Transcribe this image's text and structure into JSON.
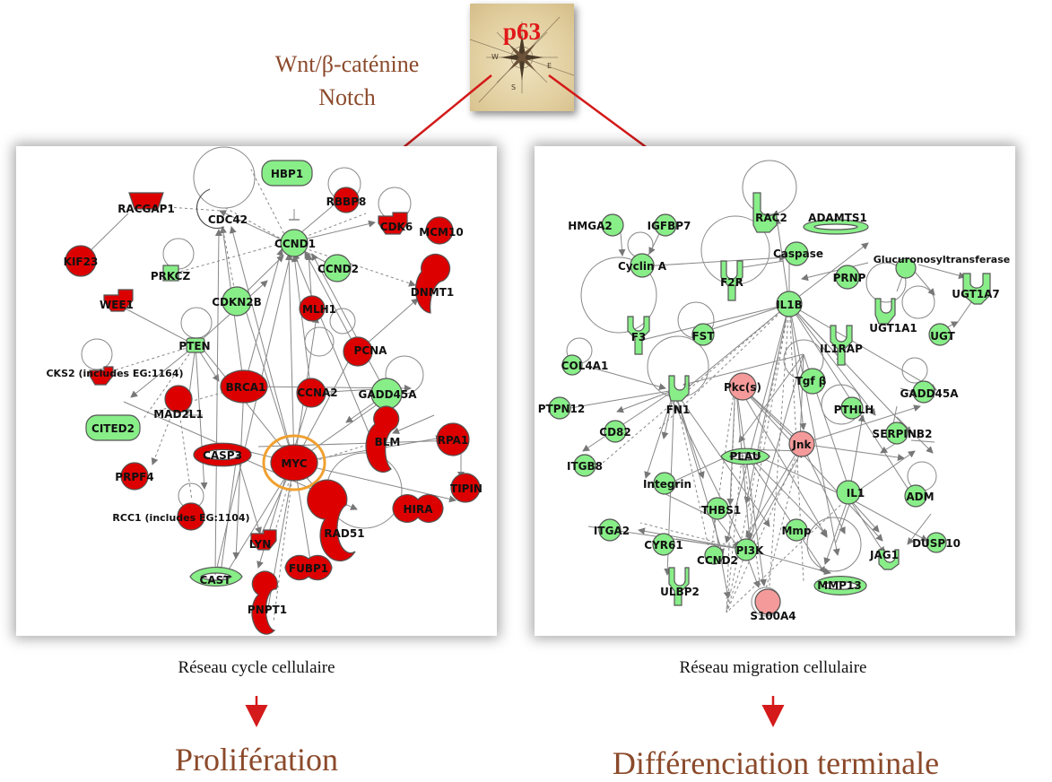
{
  "header": {
    "regulator": "p63",
    "pathways": [
      "Wnt/β-caténine",
      "Notch"
    ]
  },
  "left_panel": {
    "caption": "Réseau cycle cellulaire",
    "outcome": "Prolifération",
    "genes": [
      "HBP1",
      "RACGAP1",
      "CDC42",
      "RBBP8",
      "CDK6",
      "MCM10",
      "KIF23",
      "PRKCZ",
      "CCND1",
      "CCND2",
      "DNMT1",
      "WEE1",
      "CDKN2B",
      "MLH1",
      "PTEN",
      "PCNA",
      "CKS2 (includes EG:1164)",
      "BRCA1",
      "CCNA2",
      "GADD45A",
      "CITED2",
      "MAD2L1",
      "CASP3",
      "MYC",
      "BLM",
      "RPA1",
      "PRPF4",
      "TIPIN",
      "HIRA",
      "RCC1 (includes EG:1104)",
      "RAD51",
      "LYN",
      "FUBP1",
      "CAST",
      "PNPT1"
    ]
  },
  "right_panel": {
    "caption": "Réseau migration cellulaire",
    "outcome": "Différenciation terminale",
    "genes": [
      "HMGA2",
      "IGFBP7",
      "RAC2",
      "ADAMTS1",
      "Cyclin A",
      "Caspase",
      "Glucuronosyltransferase",
      "F2R",
      "PRNP",
      "UGT1A7",
      "IL1B",
      "UGT1A1",
      "UGT",
      "F3",
      "FST",
      "IL1RAP",
      "COL4A1",
      "Tgf β",
      "GADD45A",
      "Pkc(s)",
      "PTPN12",
      "FN1",
      "PTHLH",
      "CD82",
      "Jnk",
      "SERPINB2",
      "PLAU",
      "ITGB8",
      "Integrin",
      "IL1",
      "ADM",
      "THBS1",
      "ITGA2",
      "Mmp",
      "DUSP10",
      "CYR61",
      "PI3K",
      "JAG1",
      "CCND2",
      "MMP13",
      "ULBP2",
      "S100A4"
    ]
  },
  "colors": {
    "up_regulated": "#dd0000",
    "down_regulated": "#88ee88",
    "light_red": "#f59a9a",
    "accent_brown": "#8b4a2b",
    "arrow_red": "#d41a1a",
    "highlight_ring": "#f0a030"
  }
}
